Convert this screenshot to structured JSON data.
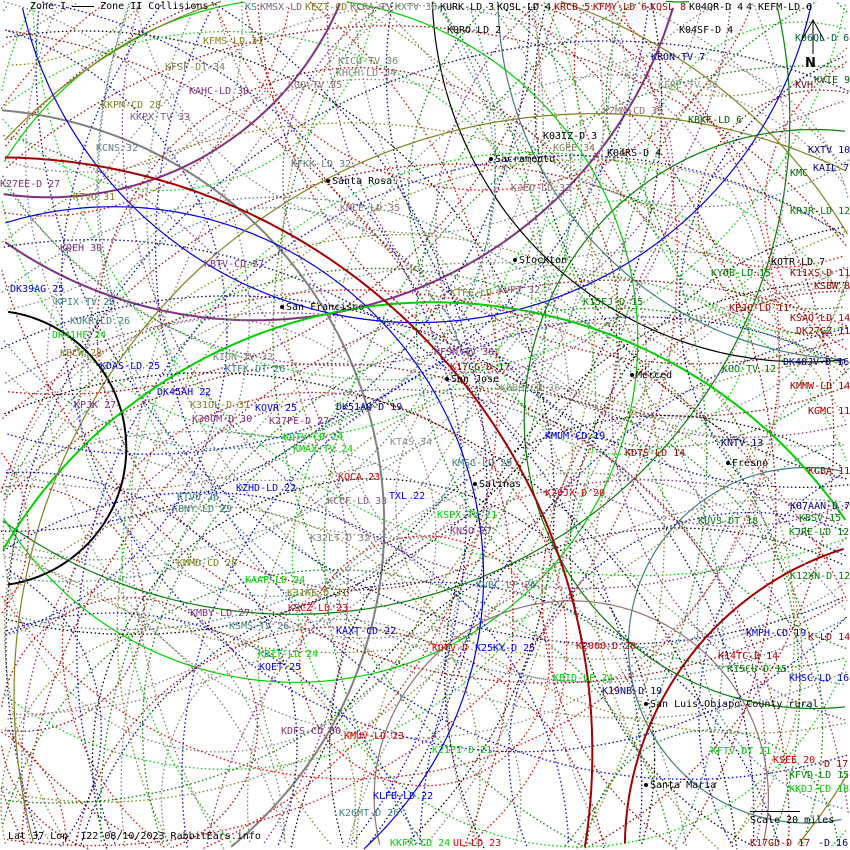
{
  "legend": {
    "zone1": "Zone I",
    "zone2": "Zone II Collisions"
  },
  "footer": "Lat 37 Lon -122 08/10/2023 RabbitEars.info",
  "scale": "Scale 20 miles",
  "north": "N",
  "palette": [
    "#008000",
    "#00d000",
    "#0000e0",
    "#a00000",
    "#e00000",
    "#803080",
    "#808020",
    "#408080",
    "#808080",
    "#000080",
    "#907070",
    "#000000",
    "#6a8a6a"
  ],
  "cities": [
    {
      "label": "Santa Rosa"
    },
    {
      "label": "Sacramento"
    },
    {
      "label": "Stockton"
    },
    {
      "label": "San Francisco"
    },
    {
      "label": "San Jose"
    },
    {
      "label": "Merced"
    },
    {
      "label": "Fresno"
    },
    {
      "label": "Salinas"
    },
    {
      "label": "San Luis Obispo County rural"
    },
    {
      "label": "Santa Maria"
    }
  ],
  "stations": [
    {
      "label": "KS",
      "color": "#408080"
    },
    {
      "label": "KMSX-LD",
      "color": "#806080"
    },
    {
      "label": "KEZT-CD",
      "color": "#808020"
    },
    {
      "label": "KCRA-TV",
      "color": "#907070"
    },
    {
      "label": "KXTV 36",
      "color": "#6a8a6a"
    },
    {
      "label": "KURK-LD 3",
      "color": "#000000"
    },
    {
      "label": "KQSL-LD 4",
      "color": "#000000"
    },
    {
      "label": "KRCB 5",
      "color": "#a00000"
    },
    {
      "label": "KFMY-LD 6",
      "color": "#a00000"
    },
    {
      "label": "KQSL 8",
      "color": "#a00000"
    },
    {
      "label": "K04QR-D 4",
      "color": "#000000"
    },
    {
      "label": "4 KEFM-LD 6",
      "color": "#000000"
    },
    {
      "label": "KFMS-LD 31",
      "color": "#808020"
    },
    {
      "label": "KFSF-DT 34",
      "color": "#808050"
    },
    {
      "label": "KAHC-LD 30",
      "color": "#803080"
    },
    {
      "label": "KKPM-CD 28",
      "color": "#808020"
    },
    {
      "label": "KKPX-TV 33",
      "color": "#806080"
    },
    {
      "label": "KCNS 32",
      "color": "#608080"
    },
    {
      "label": "K27EE-D 27",
      "color": "#803080"
    },
    {
      "label": "KTVU 31",
      "color": "#808020"
    },
    {
      "label": "KICU-TV 36",
      "color": "#6a8a6a"
    },
    {
      "label": "KHCH-LD 34",
      "color": "#808080"
    },
    {
      "label": "KGO-TV 35",
      "color": "#907070"
    },
    {
      "label": "KFKK-LD 32",
      "color": "#608080"
    },
    {
      "label": "KQRO-LD 2",
      "color": "#000000"
    },
    {
      "label": "K04SF-D 4",
      "color": "#000000"
    },
    {
      "label": "K06QL-D 6",
      "color": "#006040"
    },
    {
      "label": "KRON-TV 7",
      "color": "#000080"
    },
    {
      "label": "KFRE-TV 36",
      "color": "#8aa08a"
    },
    {
      "label": "KVH",
      "color": "#600000"
    },
    {
      "label": "KVIE 9",
      "color": "#006000"
    },
    {
      "label": "KZMM-CD 35",
      "color": "#907070"
    },
    {
      "label": "KBKF-LD 6",
      "color": "#006000"
    },
    {
      "label": "K03IZ-D 3",
      "color": "#000000"
    },
    {
      "label": "KGPE 34",
      "color": "#808060"
    },
    {
      "label": "K04RS-D 4",
      "color": "#000000"
    },
    {
      "label": "KXTV 10",
      "color": "#000080"
    },
    {
      "label": "KMC",
      "color": "#006000"
    },
    {
      "label": "KAIL 7",
      "color": "#000080"
    },
    {
      "label": "KJEO-LD 33",
      "color": "#907070"
    },
    {
      "label": "KMCE-LD 35",
      "color": "#907070"
    },
    {
      "label": "KQEH 30",
      "color": "#803080"
    },
    {
      "label": "DK39AG 25",
      "color": "#0000e0"
    },
    {
      "label": "KPIX-TV 29",
      "color": "#408080"
    },
    {
      "label": "KUKR-LD 26",
      "color": "#408080"
    },
    {
      "label": "DK41HF 24",
      "color": "#00d000"
    },
    {
      "label": "KBCW 28",
      "color": "#808020"
    },
    {
      "label": "KDAS-LD 25",
      "color": "#0000e0"
    },
    {
      "label": "DK45AH 22",
      "color": "#0000e0"
    },
    {
      "label": "KPJK 27",
      "color": "#803080"
    },
    {
      "label": "KBTV-CD 27",
      "color": "#803080"
    },
    {
      "label": "KION-TV 32",
      "color": "#808080"
    },
    {
      "label": "KTFK-DT 26",
      "color": "#408080"
    },
    {
      "label": "K31OL-D 31",
      "color": "#808020"
    },
    {
      "label": "K30OM-D 30",
      "color": "#803080"
    },
    {
      "label": "KOVR 25",
      "color": "#0000e0"
    },
    {
      "label": "K27PE-D 27",
      "color": "#803080"
    },
    {
      "label": "KDTV-CD 24",
      "color": "#00d000"
    },
    {
      "label": "KMAX-TV 24",
      "color": "#00d000"
    },
    {
      "label": "KZHD-LD 22",
      "color": "#0000e0"
    },
    {
      "label": "KTVU 26",
      "color": "#408080"
    },
    {
      "label": "KBNY-LD 29",
      "color": "#408080"
    },
    {
      "label": "KTFF-LD",
      "color": "#808020"
    },
    {
      "label": "KVPT 32",
      "color": "#806080"
    },
    {
      "label": "K15FJ-D 15",
      "color": "#008000"
    },
    {
      "label": "KFSN-TV 30",
      "color": "#803080"
    },
    {
      "label": "K17CG-D 17",
      "color": "#a00000"
    },
    {
      "label": "KSBO-CD 36",
      "color": "#8aa08a"
    },
    {
      "label": "DK51AQ-D 19",
      "color": "#000080"
    },
    {
      "label": "KTAS 34",
      "color": "#909090"
    },
    {
      "label": "KMUM-CD 19",
      "color": "#0000e0"
    },
    {
      "label": "KDTS-LD 14",
      "color": "#a00000"
    },
    {
      "label": "KNTV 13",
      "color": "#000080"
    },
    {
      "label": "KMSG-LD 29",
      "color": "#408080"
    },
    {
      "label": "KQCA 23",
      "color": "#e00000"
    },
    {
      "label": "K20JX-D 20",
      "color": "#e00000"
    },
    {
      "label": "TXL 22",
      "color": "#0000e0"
    },
    {
      "label": "KCCF-LD 33",
      "color": "#806080"
    },
    {
      "label": "KSPX-TV 21",
      "color": "#00d000"
    },
    {
      "label": "KNSO 27",
      "color": "#803080"
    },
    {
      "label": "K32LT-D 32",
      "color": "#808080"
    },
    {
      "label": "KUVS-DT 18",
      "color": "#008000"
    },
    {
      "label": "KRJR-LD 12",
      "color": "#008000"
    },
    {
      "label": "KYUB-LD 15",
      "color": "#008000"
    },
    {
      "label": "KOTR-LD 7",
      "color": "#000000"
    },
    {
      "label": "K11XS-D 11",
      "color": "#a00000"
    },
    {
      "label": "KSBW 8",
      "color": "#a00000"
    },
    {
      "label": "KPJC-LD 11",
      "color": "#a00000"
    },
    {
      "label": "KSAO-LD 14",
      "color": "#a00000"
    },
    {
      "label": "DK27GZ 11",
      "color": "#a00000"
    },
    {
      "label": "KGO-TV 12",
      "color": "#008000"
    },
    {
      "label": "DK40JV-D 16",
      "color": "#000080"
    },
    {
      "label": "KMMW-LD 14",
      "color": "#a00000"
    },
    {
      "label": "KGMC 11",
      "color": "#a00000"
    },
    {
      "label": "KCBA 11",
      "color": "#a00000"
    },
    {
      "label": "K07AAN-D 7",
      "color": "#000080"
    },
    {
      "label": "KBSV 15",
      "color": "#008000"
    },
    {
      "label": "KJRE-LD 12",
      "color": "#008000"
    },
    {
      "label": "K12XN-D 12",
      "color": "#008000"
    },
    {
      "label": "KMPH-CD 19",
      "color": "#0000e0"
    },
    {
      "label": "K-LD 14",
      "color": "#a00000"
    },
    {
      "label": "K14TC-D 14",
      "color": "#a00000"
    },
    {
      "label": "K15CU-D 15",
      "color": "#008000"
    },
    {
      "label": "KHSC-LD 16",
      "color": "#0000e0"
    },
    {
      "label": "KFTV-DT 21",
      "color": "#00d000"
    },
    {
      "label": "KSEE 20",
      "color": "#e00000"
    },
    {
      "label": "-D 17",
      "color": "#a00000"
    },
    {
      "label": "KFVD-LD 15",
      "color": "#008000"
    },
    {
      "label": "KKDJ-CD 18",
      "color": "#00d000"
    },
    {
      "label": "K17GD-D 17",
      "color": "#a00000"
    },
    {
      "label": "-D 16",
      "color": "#000080"
    },
    {
      "label": "KMMD-CD 28",
      "color": "#808020"
    },
    {
      "label": "KAAP-LD 24",
      "color": "#00d000"
    },
    {
      "label": "K31KE-D 31",
      "color": "#808020"
    },
    {
      "label": "KSCZ-LD 23",
      "color": "#e00000"
    },
    {
      "label": "KMBY-LD 27",
      "color": "#803080"
    },
    {
      "label": "KSMS-TV 26",
      "color": "#408080"
    },
    {
      "label": "KAXT-CD 22",
      "color": "#0000e0"
    },
    {
      "label": "KBIT-LD 24",
      "color": "#00d000"
    },
    {
      "label": "KQET 25",
      "color": "#0000e0"
    },
    {
      "label": "KVBC-LP 26",
      "color": "#408080"
    },
    {
      "label": "KDTV-D",
      "color": "#e00000"
    },
    {
      "label": "K25KY-D 25",
      "color": "#0000e0"
    },
    {
      "label": "K2000-D 20",
      "color": "#e00000"
    },
    {
      "label": "KBID-LP 24",
      "color": "#00d000"
    },
    {
      "label": "K19NB-D 19",
      "color": "#000080"
    },
    {
      "label": "KDFS-CD 30",
      "color": "#803080"
    },
    {
      "label": "KMUV-LD 23",
      "color": "#e00000"
    },
    {
      "label": "K21PI-D 21",
      "color": "#00d000"
    },
    {
      "label": "KLFB-LD 22",
      "color": "#0000e0"
    },
    {
      "label": "K26MT-D 26",
      "color": "#408080"
    },
    {
      "label": "KKFX-CD 24",
      "color": "#00d000"
    },
    {
      "label": "UL-LD 23",
      "color": "#e00000"
    }
  ]
}
